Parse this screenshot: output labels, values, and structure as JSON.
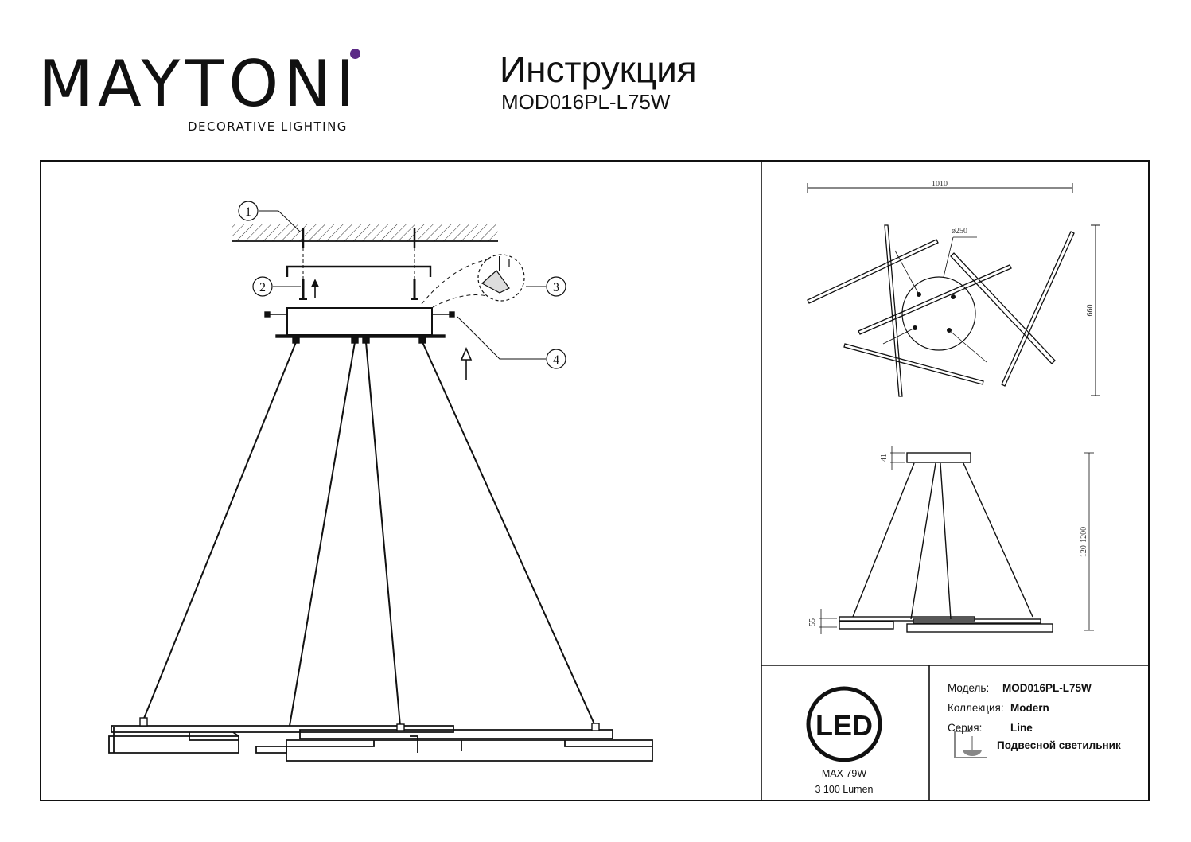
{
  "brand": {
    "logo_text": "MAYTONI",
    "tagline": "DECORATIVE LIGHTING",
    "accent_color": "#5b2a86"
  },
  "header": {
    "title": "Инструкция",
    "model": "MOD016PL-L75W"
  },
  "assembly": {
    "callouts": [
      "1",
      "2",
      "3",
      "4"
    ]
  },
  "dimensions": {
    "width": "1010",
    "diameter": "ø250",
    "depth": "660",
    "canopy_height": "41",
    "suspension": "120-1200",
    "body_height": "55"
  },
  "led_badge": {
    "label": "LED",
    "power": "MAX 79W",
    "lumen": "3 100 Lumen"
  },
  "specs": {
    "model_label": "Модель:",
    "model_value": "MOD016PL-L75W",
    "collection_label": "Коллекция:",
    "collection_value": "Modern",
    "series_label": "Серия:",
    "series_value": "Line",
    "type_value": "Подвесной светильник",
    "type_icon": "pendant-lamp-icon"
  }
}
